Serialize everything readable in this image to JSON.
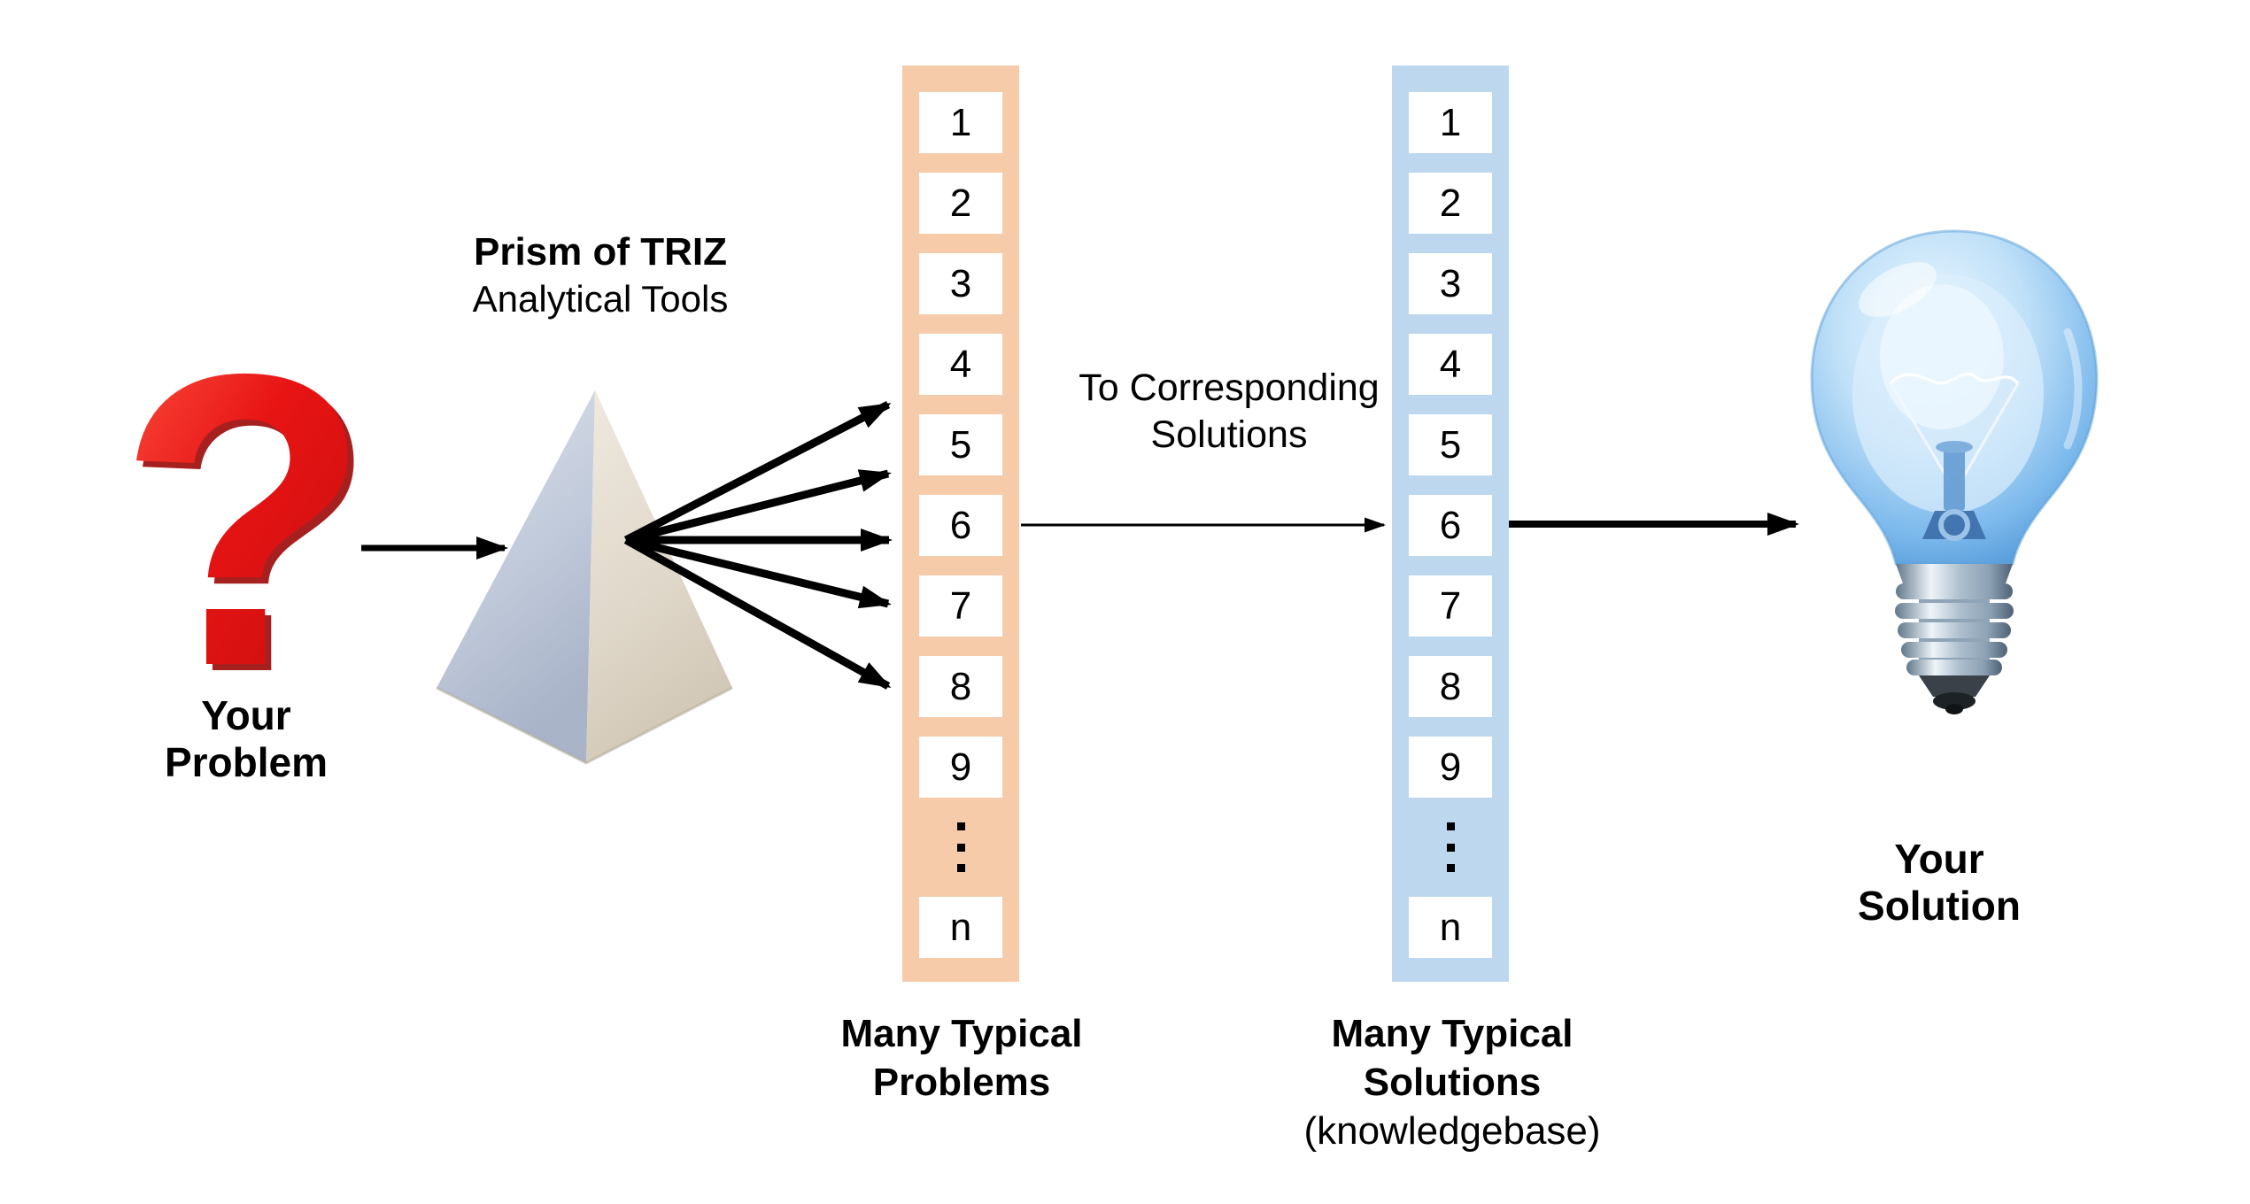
{
  "colors": {
    "problems_column_fill": "#f6cba9",
    "solutions_column_fill": "#bdd7ee",
    "box_fill": "#ffffff",
    "arrow": "#000000",
    "question_mark_red": "#e31313",
    "pyramid_left_face": "#b9c3d4",
    "pyramid_right_face": "#e2dbcf",
    "bulb_glass_blue": "#7cb9ec"
  },
  "your_problem": {
    "icon_glyph": "?",
    "line1": "Your",
    "line2": "Problem"
  },
  "prism": {
    "line1": "Prism of TRIZ",
    "line2": "Analytical Tools"
  },
  "problems_column": {
    "items": [
      "1",
      "2",
      "3",
      "4",
      "5",
      "6",
      "7",
      "8",
      "9",
      "⋮",
      "n"
    ],
    "label_line1": "Many Typical",
    "label_line2": "Problems"
  },
  "mapping": {
    "line1": "To Corresponding",
    "line2": "Solutions"
  },
  "solutions_column": {
    "items": [
      "1",
      "2",
      "3",
      "4",
      "5",
      "6",
      "7",
      "8",
      "9",
      "⋮",
      "n"
    ],
    "label_line1": "Many Typical",
    "label_line2": "Solutions",
    "label_line3": "(knowledgebase)"
  },
  "your_solution": {
    "line1": "Your",
    "line2": "Solution"
  }
}
